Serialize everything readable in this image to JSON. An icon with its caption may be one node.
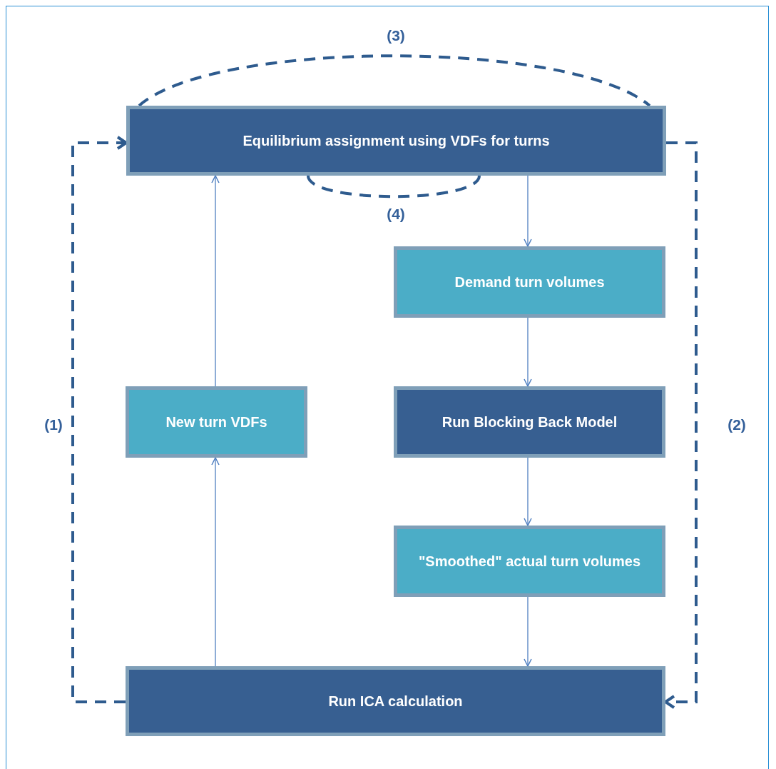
{
  "diagram": {
    "nodes": [
      {
        "text": [
          "Equilibrium assignment using VDFs for turns"
        ]
      },
      {
        "text": [
          "Demand turn volumes"
        ]
      },
      {
        "text": [
          "New turn VDFs"
        ]
      },
      {
        "text": [
          "Run Blocking Back Model"
        ]
      },
      {
        "text": [
          "\"Smoothed\" actual turn volumes"
        ]
      },
      {
        "text": [
          "Run ICA calculation"
        ]
      }
    ],
    "edges": [
      {
        "from": 0,
        "to": 1,
        "arrow": "to"
      },
      {
        "from": 1,
        "to": 3,
        "arrow": "to"
      },
      {
        "from": 3,
        "to": 4,
        "arrow": "to"
      },
      {
        "from": 4,
        "to": 5,
        "arrow": "to"
      },
      {
        "from": 5,
        "to": 2,
        "arrow": "to"
      },
      {
        "from": 2,
        "to": 0,
        "arrow": "to"
      },
      {
        "from": 5,
        "to": 0,
        "arrow": "to",
        "label": "(1)",
        "style": "dashed",
        "color": "#2e5b8e"
      },
      {
        "from": 0,
        "to": 5,
        "arrow": "to",
        "label": "(2)",
        "style": "dashed",
        "color": "#2e5b8e"
      },
      {
        "from": 0,
        "to": 0,
        "arrow": "none",
        "label": "(3)",
        "style": "dashed",
        "color": "#2e5b8e"
      },
      {
        "from": 0,
        "to": 0,
        "arrow": "none",
        "label": "(4)",
        "style": "dashed",
        "color": "#2e5b8e"
      }
    ]
  }
}
